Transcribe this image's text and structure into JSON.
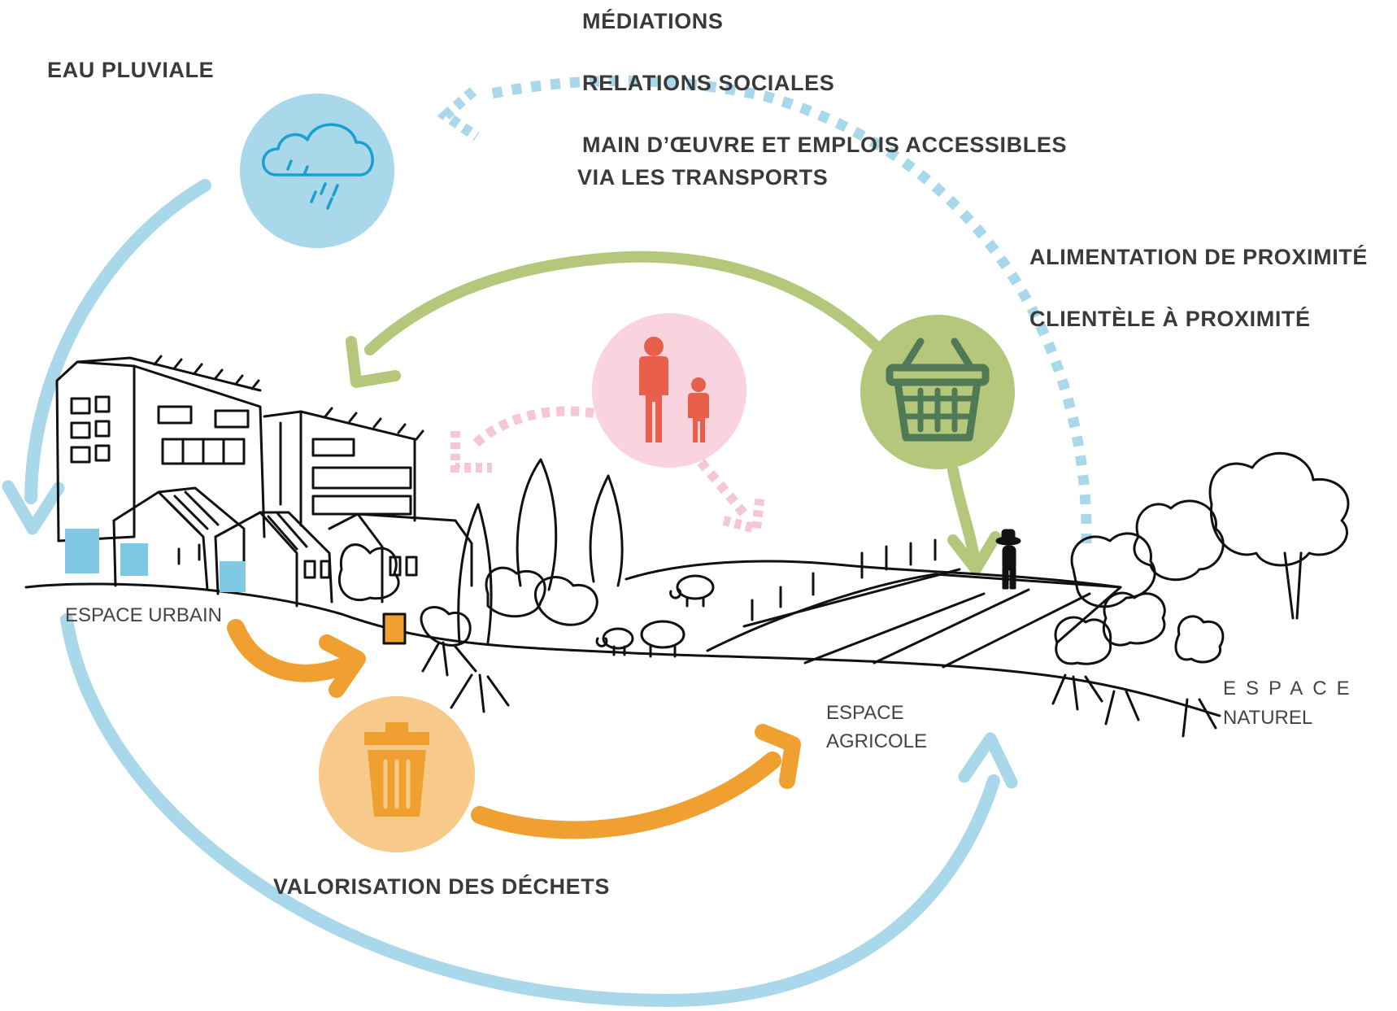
{
  "labels": {
    "mediations": "MÉDIATIONS",
    "relations_sociales": "RELATIONS SOCIALES",
    "main_oeuvre_line1": "MAIN D’ŒUVRE ET EMPLOIS ACCESSIBLES",
    "main_oeuvre_line2": "VIA LES TRANSPORTS",
    "eau_pluviale": "EAU PLUVIALE",
    "alimentation": "ALIMENTATION  DE PROXIMITÉ",
    "clientele": "CLIENTÈLE À PROXIMITÉ",
    "valorisation": "VALORISATION DES DÉCHETS"
  },
  "zones": {
    "urbain": "ESPACE URBAIN",
    "agricole_line1": "ESPACE",
    "agricole_line2": "AGRICOLE",
    "naturel_line1": "ESPACE",
    "naturel_line2": "NATUREL"
  },
  "icons": {
    "rain": "rain-cloud-icon",
    "people": "parent-child-icon",
    "basket": "shopping-basket-icon",
    "trash": "trash-bin-icon"
  },
  "colors": {
    "blue_arrow": "#a8d8ea",
    "blue_circle": "#a8d8ea",
    "cloud_stroke": "#1a9fd2",
    "green_arrow": "#b5c77a",
    "green_circle": "#b5c77a",
    "basket": "#4f7a55",
    "pink_arrow": "#f5c6d3",
    "pink_circle": "#f9d3de",
    "people": "#e8604c",
    "orange_arrow": "#f0a030",
    "orange_circle": "#f7c98a",
    "trash": "#f0a030",
    "window_blue": "#7ec8e3",
    "ink": "#111111"
  }
}
